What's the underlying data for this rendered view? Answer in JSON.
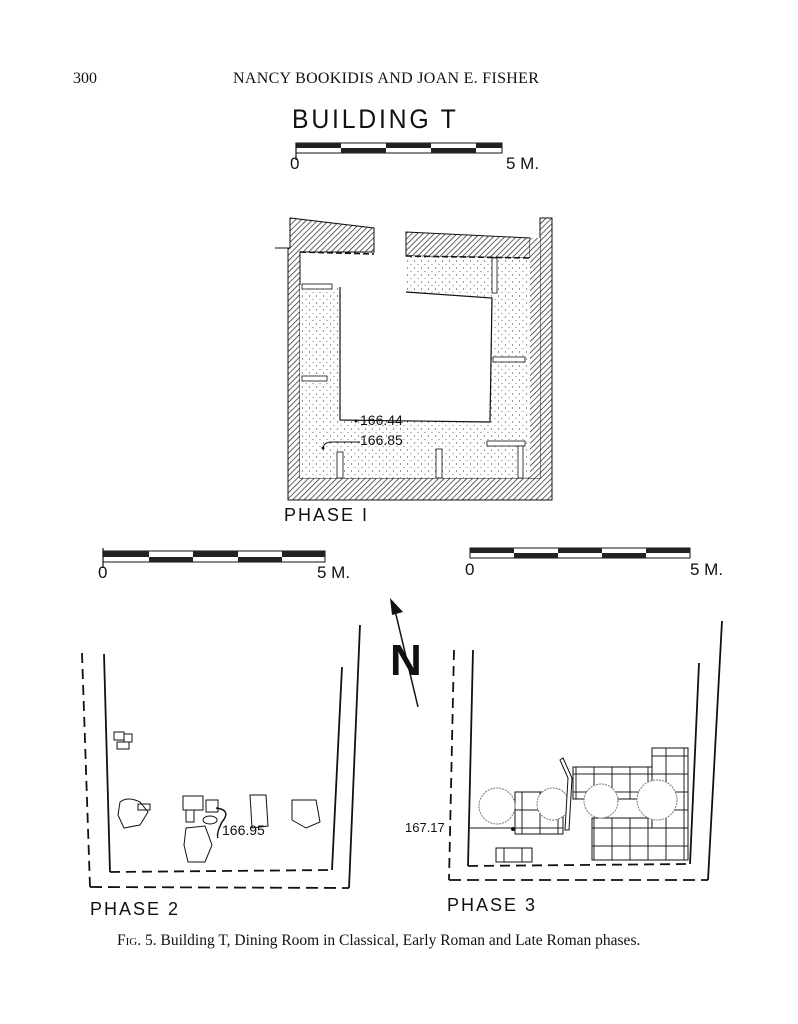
{
  "running_head": {
    "page_number": "300",
    "authors": "NANCY BOOKIDIS AND JOAN E. FISHER"
  },
  "figure": {
    "title": "BUILDING T",
    "scales": [
      {
        "start": "0",
        "end": "5 M."
      },
      {
        "start": "0",
        "end": "5 M."
      },
      {
        "start": "0",
        "end": "5 M."
      }
    ],
    "north_arrow": "N",
    "phases": [
      {
        "label": "PHASE I",
        "elevations": [
          "166.44",
          "166.85"
        ]
      },
      {
        "label": "PHASE 2",
        "elevations": [
          "166.95"
        ]
      },
      {
        "label": "PHASE 3",
        "elevations": [
          "167.17"
        ]
      }
    ]
  },
  "caption": {
    "fig_label": "Fig. 5.",
    "text": "Building T, Dining Room in Classical, Early Roman and Late Roman phases."
  },
  "colors": {
    "ink": "#111111",
    "paper": "#ffffff"
  }
}
